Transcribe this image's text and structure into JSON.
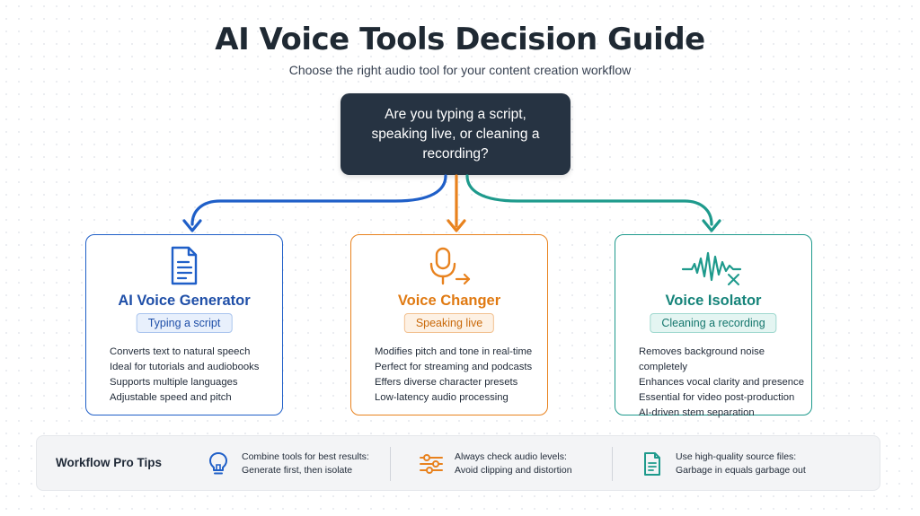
{
  "header": {
    "title": "AI Voice Tools Decision Guide",
    "subtitle": "Choose the right audio tool for your content creation workflow"
  },
  "question": "Are you typing a script, speaking live, or cleaning a recording?",
  "colors": {
    "generator": "#1f5fc8",
    "changer": "#e8821e",
    "isolator": "#1e9a8c",
    "question_bg": "#263342"
  },
  "cards": [
    {
      "icon": "document-icon",
      "title": "AI Voice Generator",
      "tag": "Typing a script",
      "features": [
        "Converts text to natural speech",
        "Ideal for tutorials and audiobooks",
        "Supports multiple languages",
        "Adjustable speed and pitch"
      ]
    },
    {
      "icon": "microphone-icon",
      "title": "Voice Changer",
      "tag": "Speaking live",
      "features": [
        "Modifies pitch and tone in real-time",
        "Perfect for streaming and podcasts",
        "Effers diverse character presets",
        "Low-latency audio processing"
      ]
    },
    {
      "icon": "waveform-icon",
      "title": "Voice Isolator",
      "tag": "Cleaning a recording",
      "features": [
        "Removes background noise completely",
        "Enhances vocal clarity and presence",
        "Essential for video post-production",
        "AI-driven stem separation"
      ]
    }
  ],
  "tips": {
    "title": "Workflow Pro Tips",
    "items": [
      {
        "icon": "lightbulb-icon",
        "line1": "Combine tools for best results:",
        "line2": "Generate first, then isolate"
      },
      {
        "icon": "sliders-icon",
        "line1": "Always check audio levels:",
        "line2": "Avoid clipping and distortion"
      },
      {
        "icon": "file-icon",
        "line1": "Use high-quality source files:",
        "line2": "Garbage in equals garbage out"
      }
    ]
  }
}
